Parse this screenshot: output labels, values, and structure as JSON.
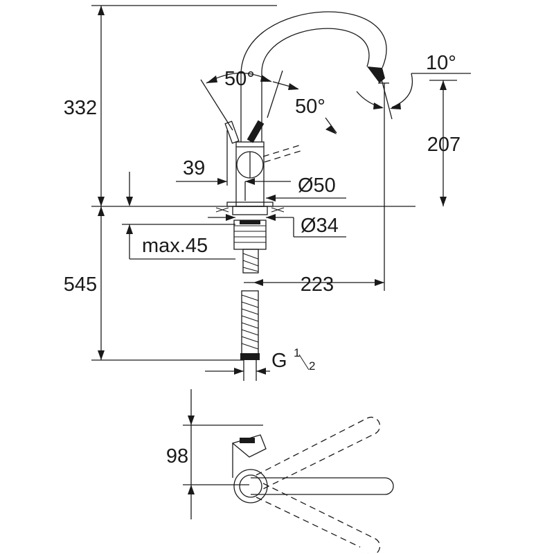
{
  "dimensions": {
    "height_above_deck": "332",
    "height_below_deck": "545",
    "spout_outlet_height": "207",
    "spout_reach": "223",
    "top_view_depth": "98",
    "spout_tilt": "10°",
    "lever_angle_left": "50°",
    "lever_angle_right": "50°",
    "lever_offset": "39",
    "body_diameter": "Ø50",
    "mount_hole_diameter": "Ø34",
    "max_deck_thickness": "max.45",
    "connection_thread": "G",
    "connection_thread_fraction_num": "1",
    "connection_thread_fraction_den": "2"
  }
}
